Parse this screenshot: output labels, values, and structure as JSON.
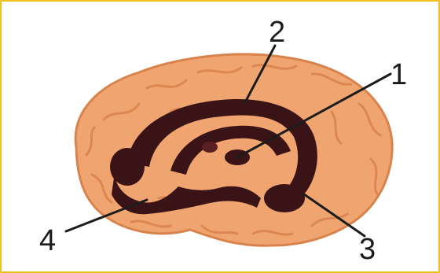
{
  "figure": {
    "callouts": [
      {
        "id": "1",
        "text": "1"
      },
      {
        "id": "2",
        "text": "2"
      },
      {
        "id": "3",
        "text": "3"
      },
      {
        "id": "4",
        "text": "4"
      }
    ]
  },
  "colors": {
    "frame": "#f2c21a",
    "cortex": "#f0a46f",
    "cortex_dark": "#d9834c",
    "structure": "#3a1316",
    "structure_highlight": "#5a1f22",
    "leader_line": "#1c1c1c"
  }
}
